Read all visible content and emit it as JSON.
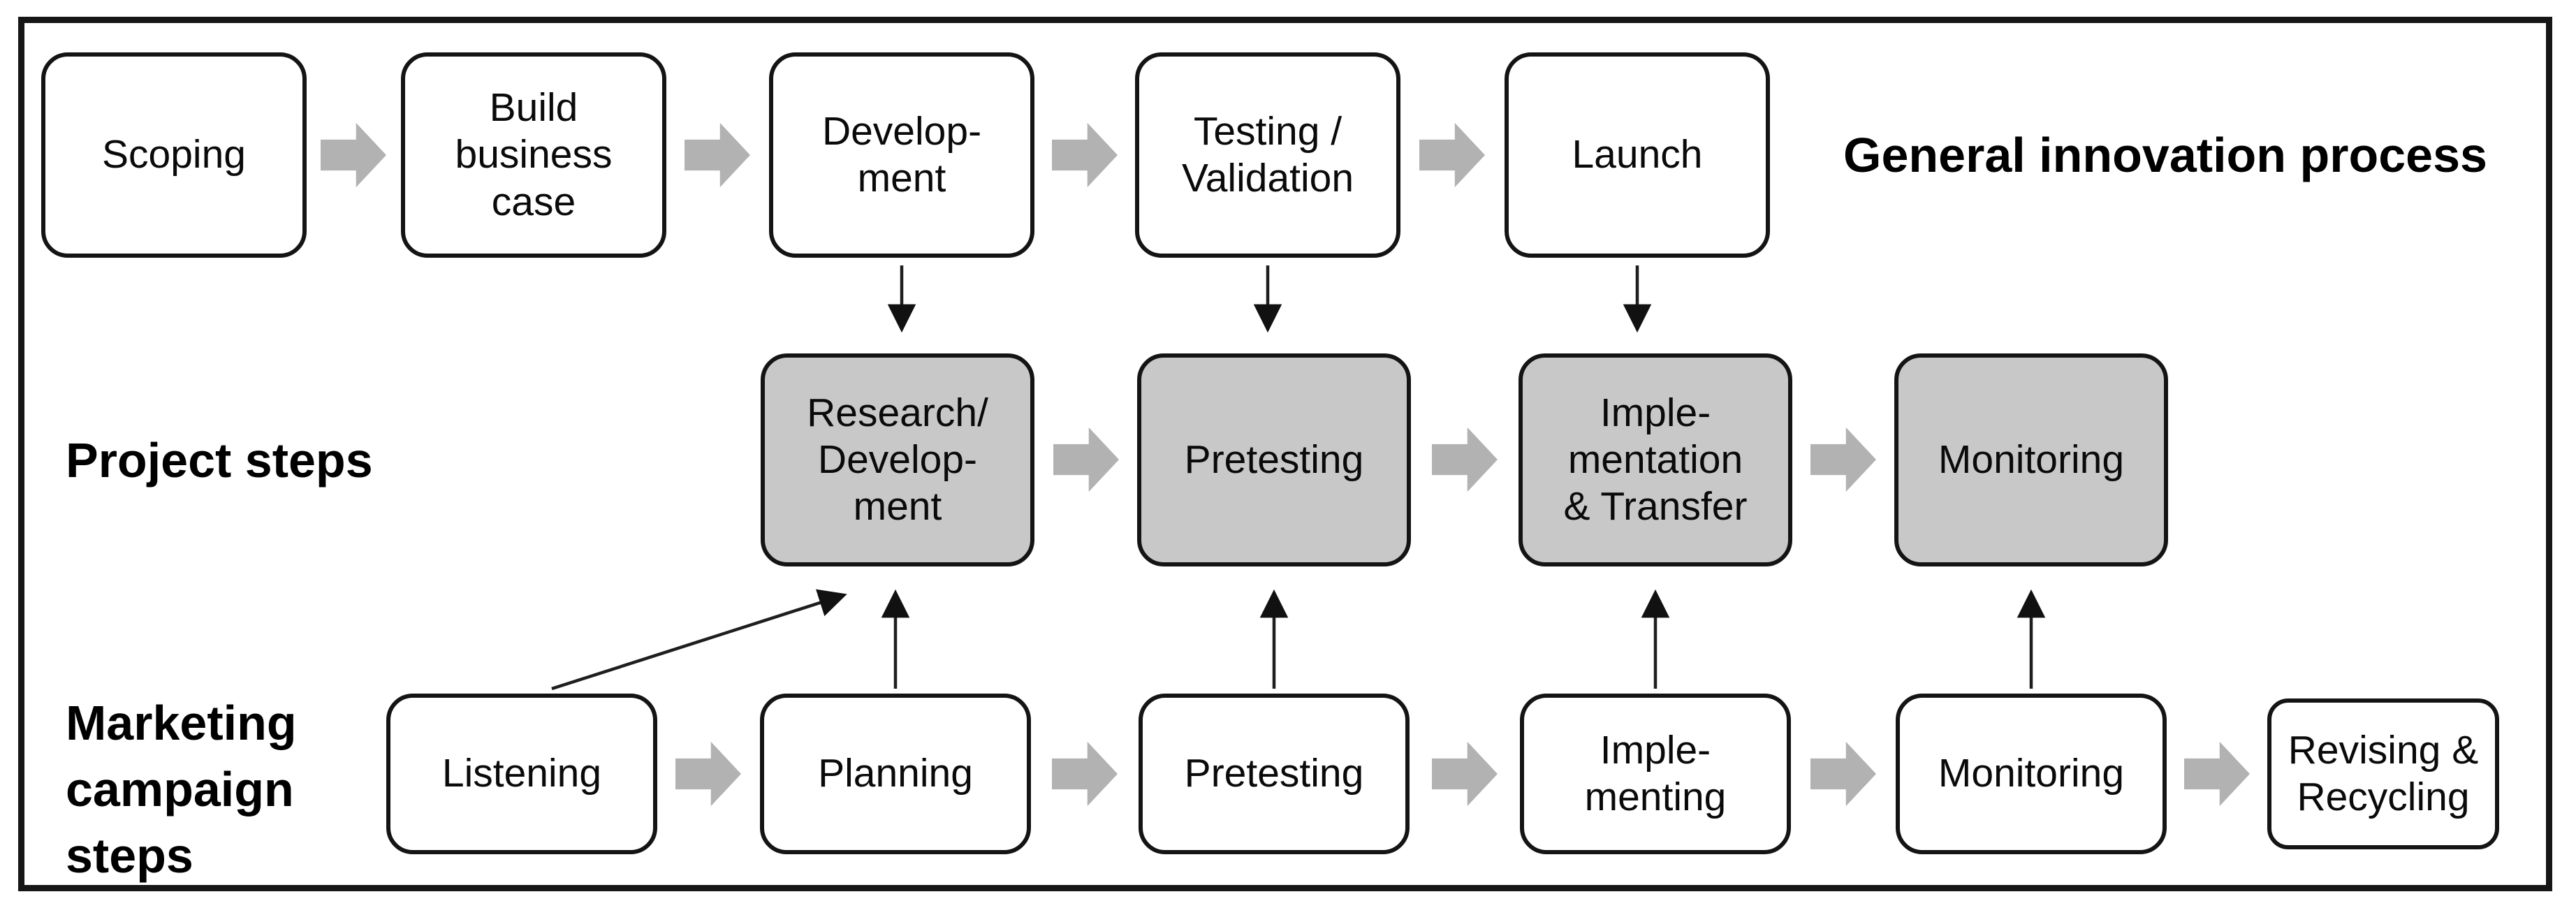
{
  "title": "General innovation process",
  "rows": {
    "innovation": {
      "label": "General innovation process",
      "boxes": [
        "Scoping",
        "Build\nbusiness\ncase",
        "Develop-\nment",
        "Testing /\nValidation",
        "Launch"
      ]
    },
    "project": {
      "label": "Project steps",
      "boxes": [
        "Research/\nDevelop-\nment",
        "Pretesting",
        "Imple-\nmentation\n& Transfer",
        "Monitoring"
      ]
    },
    "marketing": {
      "label": "Marketing\ncampaign\nsteps",
      "boxes": [
        "Listening",
        "Planning",
        "Pretesting",
        "Imple-\nmenting",
        "Monitoring",
        "Revising &\nRecycling"
      ]
    }
  },
  "colors": {
    "highlight_box_fill": "#c8c8c8",
    "flow_arrow_gray": "#b2b2b2",
    "outline_black": "#141414"
  }
}
